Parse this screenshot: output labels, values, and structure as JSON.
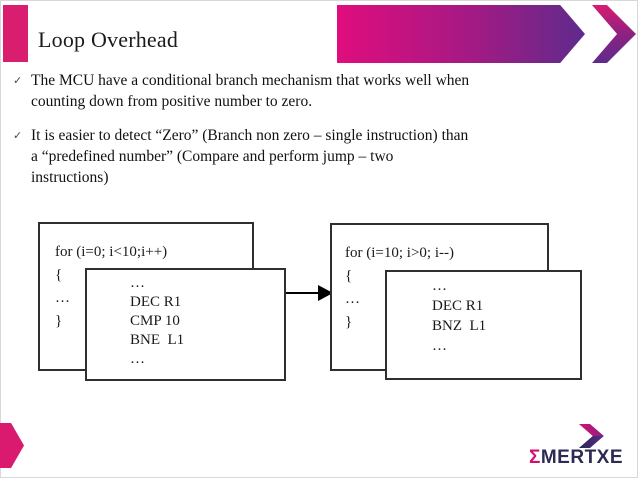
{
  "slide": {
    "title": "Loop Overhead"
  },
  "bullets": [
    {
      "marker": "✓",
      "text": "The MCU have a conditional branch mechanism that works well when\ncounting down from positive number to zero."
    },
    {
      "marker": "✓",
      "text": "It is easier to detect “Zero” (Branch non zero – single instruction) than\na “predefined number” (Compare and perform jump – two\ninstructions)"
    }
  ],
  "diagram": {
    "left": {
      "c_code": "for (i=0; i<10;i++)\n{\n…\n}",
      "asm_code": "…\nDEC R1\nCMP 10\nBNE  L1\n…"
    },
    "right": {
      "c_code": "for (i=10; i>0; i--)\n{\n…\n}",
      "asm_code": "…\nDEC R1\nBNZ  L1\n…"
    }
  },
  "logo": {
    "sigma": "Σ",
    "name": "MERTXE"
  },
  "colors": {
    "brand_pink": "#d91e70",
    "brand_purple": "#5e2b8c",
    "logo_navy": "#2b2b55"
  }
}
